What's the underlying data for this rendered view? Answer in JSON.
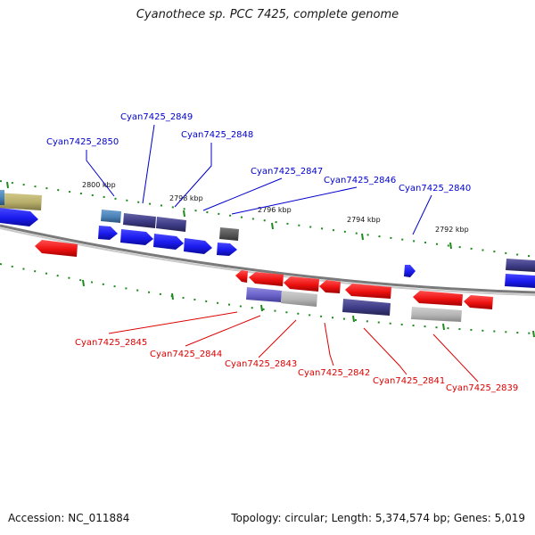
{
  "title": "Cyanothece sp. PCC 7425, complete genome",
  "accession": "Accession: NC_011884",
  "genome_info": "Topology: circular; Length: 5,374,574 bp; Genes: 5,019",
  "scale_ticks": [
    "2800 kbp",
    "2798 kbp",
    "2796 kbp",
    "2794 kbp",
    "2792 kbp"
  ],
  "forward_gene_labels": [
    "Cyan7425_2849",
    "Cyan7425_2850",
    "Cyan7425_2848",
    "Cyan7425_2847",
    "Cyan7425_2846",
    "Cyan7425_2840"
  ],
  "reverse_gene_labels": [
    "Cyan7425_2845",
    "Cyan7425_2844",
    "Cyan7425_2843",
    "Cyan7425_2842",
    "Cyan7425_2841",
    "Cyan7425_2839"
  ],
  "colors": {
    "forward_label": "#0000cc",
    "reverse_label": "#dd0000",
    "forward_gene": "#1a1aee",
    "reverse_gene": "#ee1111",
    "dark_gene": "#3d3b85",
    "light_blue_gene": "#4a82b8",
    "olive_gene": "#b8ae6a",
    "grey_gene": "#b4b4b4",
    "dark_grey_gene": "#555555",
    "lavender_gene": "#6a62c8",
    "backbone": "#7a7a7a",
    "tick_green": "#1e8a1e"
  }
}
